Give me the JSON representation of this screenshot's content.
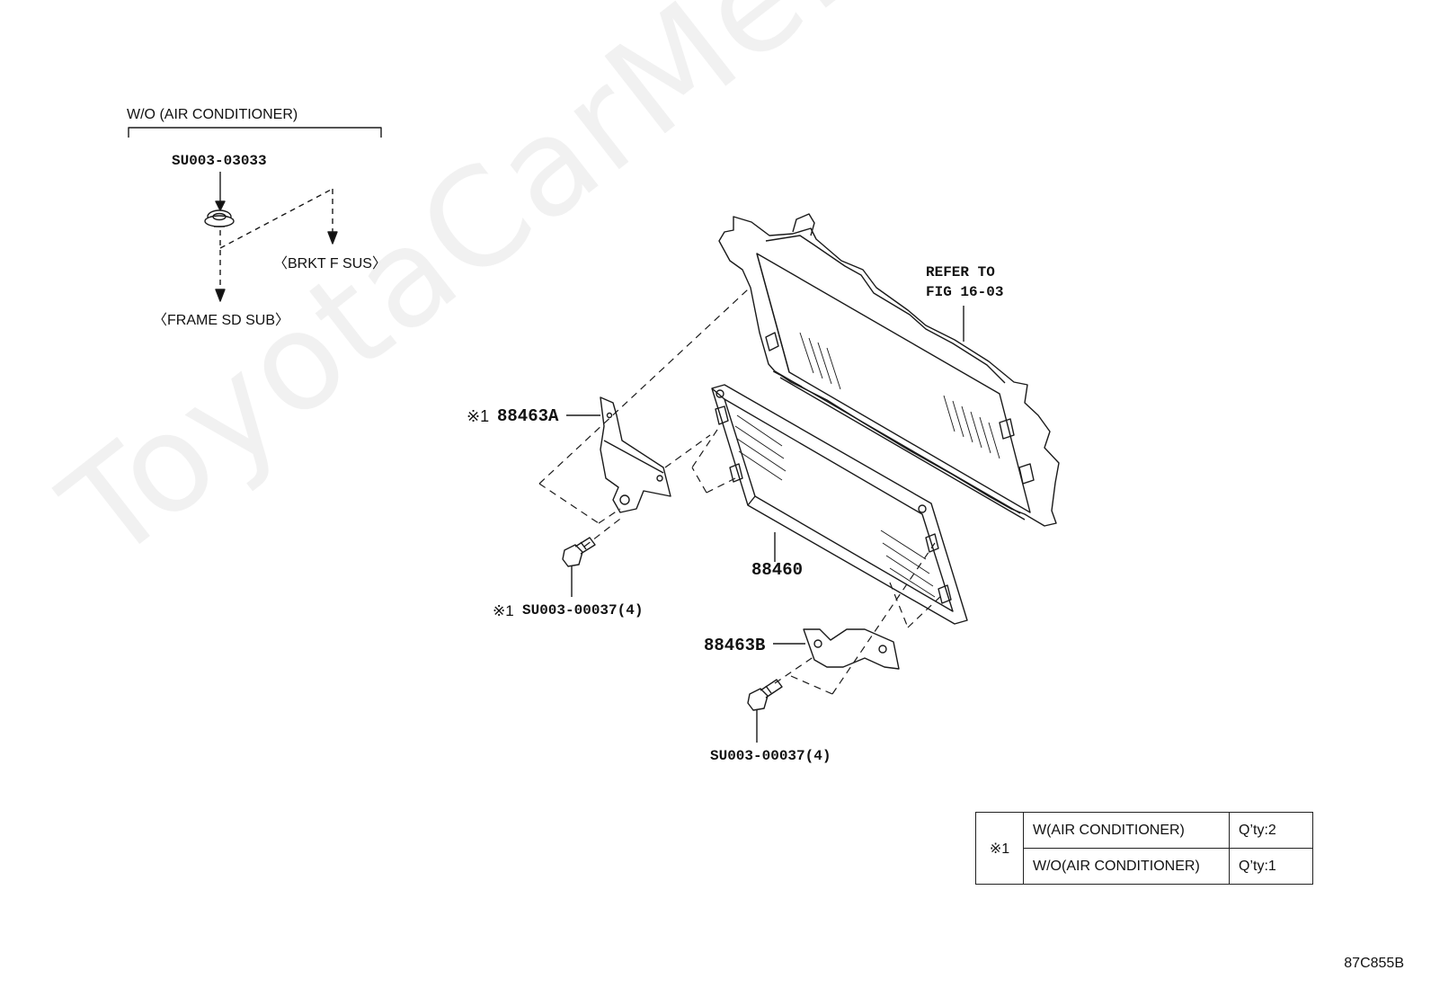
{
  "watermark": "ToyotaCarMe.ru",
  "inset": {
    "title": "W/O (AIR CONDITIONER)",
    "part": "SU003-03033",
    "dest_brkt": "〈BRKT F SUS〉",
    "dest_frame": "〈FRAME SD SUB〉"
  },
  "labels": {
    "refer_line1": "REFER TO",
    "refer_line2": "FIG 16-03",
    "bracket_a_mark": "※1",
    "bracket_a": "88463A",
    "condenser": "88460",
    "bolt_a_mark": "※1",
    "bolt_a": "SU003-00037(4)",
    "bracket_b": "88463B",
    "bolt_b": "SU003-00037(4)"
  },
  "note_table": {
    "mark": "※1",
    "rows": [
      {
        "condition": "W(AIR CONDITIONER)",
        "qty": "Q’ty:2"
      },
      {
        "condition": "W/O(AIR CONDITIONER)",
        "qty": "Q’ty:1"
      }
    ]
  },
  "figure_code": "87C855B"
}
